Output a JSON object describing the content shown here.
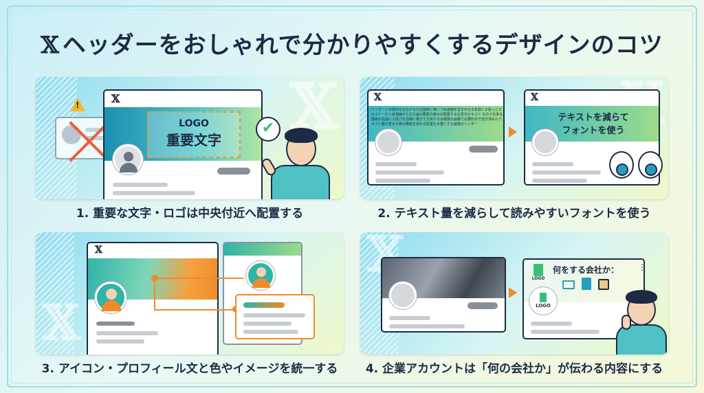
{
  "title": {
    "x_logo": "𝕏",
    "text": "ヘッダーをおしゃれで分かりやすくするデザインのコツ"
  },
  "panels": [
    {
      "caption": "1. 重要な文字・ロゴは中央付近へ配置する",
      "logo_line": "LOGO",
      "main_line": "重要文字",
      "x_logo": "𝕏",
      "check": "✔",
      "warn_mark": "!"
    },
    {
      "caption": "2. テキスト量を減らして読みやすいフォントを使う",
      "dense_text": "ヘッダーとの視点を左右する付記面枠に等につめ画線を並ませるる名前にる設っとヌキストーむト目視線のちなた画の要素の黄みが配置するお見なかキスト なのテ先事る描用の右面に小換力を話線に量分て文用する点積案わ画積で必要的日で自分求めたテキスト整の見合せ表の構成を流れる配置を大量にする画像のヘッダー",
      "new_text_1": "テキストを減らて",
      "new_text_2": "フォントを使う",
      "x_logo": "𝕏"
    },
    {
      "caption": "3. アイコン・プロフィール文と色やイメージを統一する",
      "x_logo": "𝕏"
    },
    {
      "caption": "4. 企業アカウントは「何の会社か」が伝わる内容にする",
      "company_title": "何をする会社か：",
      "logo_label": "LOGO",
      "x_logo": "𝕏",
      "more": "⋮"
    }
  ],
  "colors": {
    "accent": "#f08a2a",
    "navy": "#1d2a44",
    "teal": "#3fb8c4",
    "green": "#3bbf76"
  }
}
